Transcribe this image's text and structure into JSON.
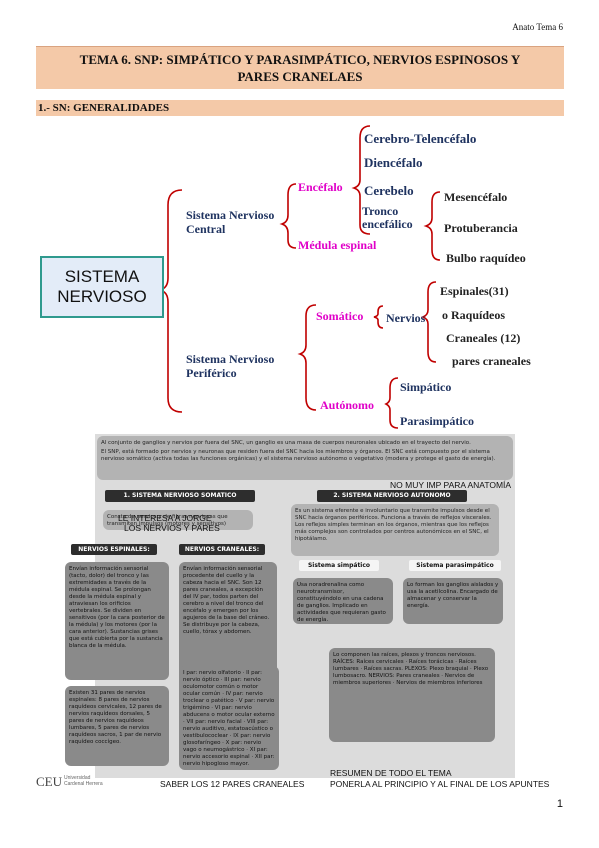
{
  "header": {
    "right_label": "Anato Tema 6"
  },
  "title": {
    "line1": "TEMA 6. SNP: SIMPÁTICO Y PARASIMPÁTICO, NERVIOS ESPINOSOS Y",
    "line2": "PARES CRANELAES"
  },
  "section": {
    "label": "1.- SN: GENERALIDADES"
  },
  "diagram": {
    "root": [
      "SISTEMA",
      "NERVIOSO"
    ],
    "snc": [
      "Sistema Nervioso",
      "Central"
    ],
    "snp": [
      "Sistema Nervioso",
      "Periférico"
    ],
    "encefalo": "Encéfalo",
    "medula": "Médula espinal",
    "cerebro": "Cerebro-Telencéfalo",
    "diencefalo": "Diencéfalo",
    "cerebelo": "Cerebelo",
    "tronco": [
      "Tronco",
      "encefálico"
    ],
    "mesencefalo": "Mesencéfalo",
    "protuberancia": "Protuberancia",
    "bulbo": "Bulbo raquídeo",
    "somatico": "Somático",
    "nervios": "Nervios",
    "espinales": "Espinales(31)",
    "raquideos": "o Raquídeos",
    "craneales": "Craneales (12)",
    "pares": "pares craneales",
    "autonomo": "Autónomo",
    "simpatico": "Simpático",
    "parasimpatico": "Parasimpático"
  },
  "summary": {
    "top_text": "Al conjunto de ganglios y nervios por fuera del SNC, un ganglio es una masa de cuerpos neuronales ubicado en el trayecto del nervio.",
    "top_text2": "El SNP, está formado por nervios y neuronas que residen fuera del SNC hacia los miembros y órganos. El SNC está compuesto por el sistema nervioso somático (activa todas las funciones orgánicas) y el sistema nervioso autónomo o vegetativo (modera y protege el gasto de energía).",
    "somatico_header": "1.  SISTEMA NERVIOSO SOMATICO",
    "autonomo_header": "2. SISTEMA NERVIOSO AUTONOMO",
    "somatico_small": "Consta de nervios y de fibras nerviosas que transmiten impulsos (motores y sensitivos)",
    "autonomo_text": "Es un sistema eferente e involuntario que transmite impulsos desde el SNC hacia órganos periféricos. Funciona a través de reflejos viscerales. Los reflejos simples terminan en los órganos, mientras que los reflejos más complejos son controlados por centros autonómicos en el SNC, el hipotálamo.",
    "espinales_header": "NERVIOS ESPINALES:",
    "craneales_header": "NERVIOS CRANEALES:",
    "simp_header": "Sistema simpático",
    "parasimp_header": "Sistema parasimpático",
    "espinales_text": "Envían información sensorial (tacto, dolor) del tronco y las extremidades a través de la médula espinal. Se prolongan desde la médula espinal y atraviesan los orificios vertebrales. Se dividen en sensitivos (por la cara posterior de la médula) y los motores (por la cara anterior). Sustancias grises que está cubierta por la sustancia blanca de la médula.",
    "craneales_text": "Envían información sensorial procedente del cuello y la cabeza hacia el SNC. Son 12 pares craneales, a excepción del IV par, todos parten del cerebro a nivel del tronco del encéfalo y emergen por los agujeros de la base del cráneo. Se distribuye por la cabeza, cuello, tórax y abdomen.",
    "simp_text": "Usa noradrenalina como neurotransmisor, constituyéndolo en una cadena de ganglios. Implicado en actividades que requieran gasto de energía.",
    "parasimp_text": "Lo forman los ganglios aislados y usa la acetilcolina. Encargado de almacenar y conservar la energía.",
    "espinales_list": "Existen 31 pares de nervios espinales: 8 pares de nervios raquídeos cervicales, 12 pares de nervios raquídeos dorsales, 5 pares de nervios raquídeos lumbares, 5 pares de nervios raquídeos sacros, 1 par de nervio raquídeo coccígeo.",
    "craneales_list": "I par: nervio olfatorio · II par: nervio óptico · III par: nervio oculomotor común o motor ocular común · IV par: nervio troclear o patético · V par: nervio trigémino · VI par: nervio abducens o motor ocular externo · VII par: nervio facial · VIII par: nervio auditivo, estatoacústico o vestibulococlear · IX par: nervio glosofaríngeo · X par: nervio vago o neumogástrico · XI par: nervio accesorio espinal · XII par: nervio hipogloso mayor.",
    "plexos_text": "Lo componen las raíces, plexos y troncos nerviosos. RAÍCES: Raíces cervicales · Raíces torácicas · Raíces lumbares · Raíces sacras. PLEXOS: Plexo braquial · Plexo lumbosacro. NERVIOS: Pares craneales · Nervios de miembros superiores · Nervios de miembros inferiores"
  },
  "notes": {
    "no_muy_imp": "NO MUY IMP PARA ANATOMÍA",
    "le_interesa1": "LE INTERESA A JORGE",
    "le_interesa2": "LOS NERVIOS Y PARES",
    "saber": "SABER LOS 12 PARES CRANEALES",
    "resumen1": "RESUMEN DE TODO EL TEMA",
    "resumen2": "PONERLA AL PRINCIPIO Y AL FINAL DE LOS APUNTES"
  },
  "footer": {
    "logo": "CEU",
    "logo_sub1": "Universidad",
    "logo_sub2": "Cardenal Herrera",
    "page_number": "1"
  }
}
